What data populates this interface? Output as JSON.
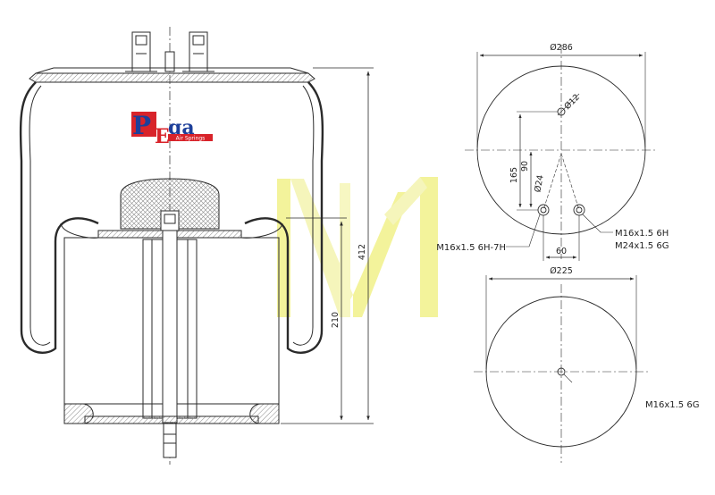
{
  "colors": {
    "line": "#2a2a2a",
    "hatch": "#9a9a9a",
    "watermark": "#f2f28a",
    "logo_red": "#d8232a",
    "logo_blue": "#1d3f9a"
  },
  "logo": {
    "letter_p": "P",
    "letter_e": "E",
    "letters_ga": "ga",
    "tagline": "Air Springs"
  },
  "side_view": {
    "height_total": "412",
    "height_piston": "210"
  },
  "top_view": {
    "diameter": "Ø286",
    "hole_small": "Ø12",
    "hole_large": "Ø24",
    "offset_165": "165",
    "offset_90": "90",
    "spacing_60": "60",
    "thread_left": "M16x1.5 6H-7H",
    "thread_right_1": "M16x1.5 6H",
    "thread_right_2": "M24x1.5 6G"
  },
  "bottom_view": {
    "diameter": "Ø225",
    "thread": "M16x1.5 6G"
  }
}
